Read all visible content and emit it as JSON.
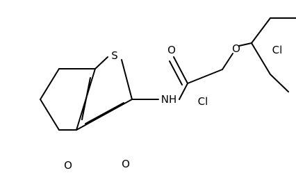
{
  "atoms": {
    "sulfur": "S",
    "amide_nh": "NH",
    "amide_oxygen": "O",
    "ether_oxygen": "O",
    "chlorine_para": "Cl",
    "chlorine_ortho": "Cl",
    "ester_carbonyl_oxygen": "O",
    "ester_oxygen": "O"
  },
  "colors": {
    "bond": "#000000",
    "label": "#000000",
    "background": "#ffffff"
  }
}
